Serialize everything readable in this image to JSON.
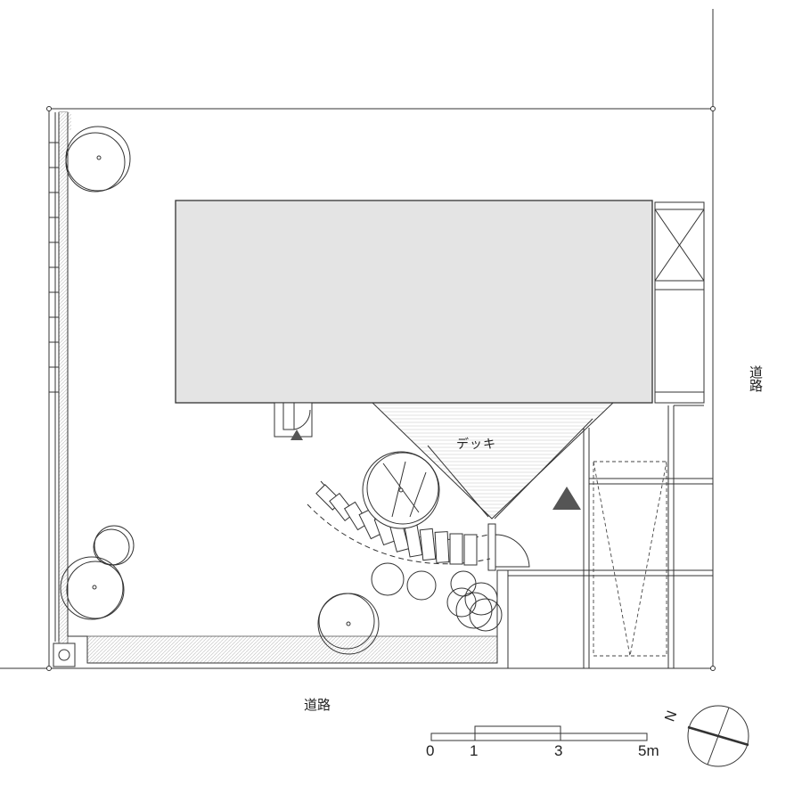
{
  "labels": {
    "deck": "デッキ",
    "road_bottom": "道路",
    "road_right": "道路"
  },
  "scale_bar": {
    "ticks": [
      "0",
      "1",
      "3",
      "5m"
    ]
  },
  "north_arrow": {
    "letter": "N"
  },
  "colors": {
    "line": "#333333",
    "building_fill": "#e4e4e4",
    "planting_hatch": "#bdbdbd",
    "marker": "#555555"
  }
}
